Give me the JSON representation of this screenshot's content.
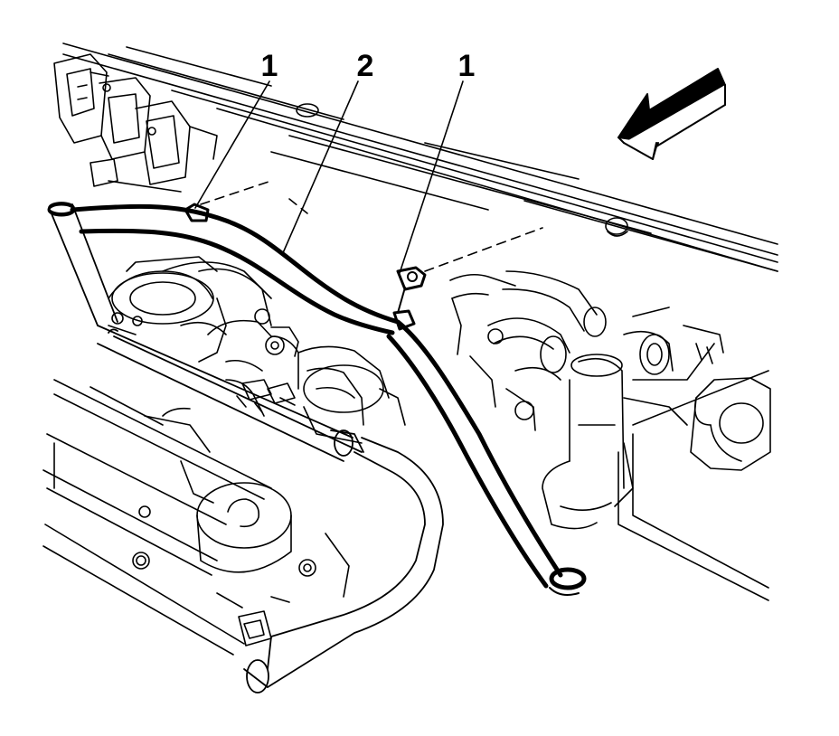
{
  "callouts": {
    "c1_left": "1",
    "c2": "2",
    "c1_right": "1"
  },
  "colors": {
    "line": "#000000",
    "paper": "#ffffff"
  },
  "icons": {
    "direction_arrow": "front-direction-arrow-icon"
  }
}
